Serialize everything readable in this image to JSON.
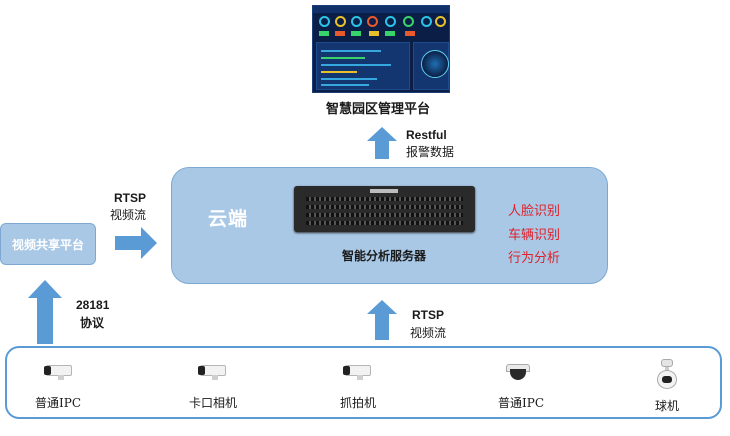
{
  "top_platform": {
    "title": "智慧园区管理平台"
  },
  "top_link": {
    "protocol": "Restful",
    "content": "报警数据"
  },
  "cloud": {
    "title": "云端",
    "server_label": "智能分析服务器",
    "features": [
      "人脸识别",
      "车辆识别",
      "行为分析"
    ]
  },
  "left_platform": {
    "title": "视频共享平台"
  },
  "left_link": {
    "protocol": "RTSP",
    "content": "视频流"
  },
  "bottom_left_link": {
    "protocol": "28181",
    "content": "协议"
  },
  "bottom_link": {
    "protocol": "RTSP",
    "content": "视频流"
  },
  "devices": [
    {
      "label": "普通IPC",
      "icon": "bullet-camera-icon"
    },
    {
      "label": "卡口相机",
      "icon": "bullet-camera-icon"
    },
    {
      "label": "抓拍机",
      "icon": "bullet-camera-icon"
    },
    {
      "label": "普通IPC",
      "icon": "dome-camera-icon"
    },
    {
      "label": "球机",
      "icon": "ptz-camera-icon"
    }
  ],
  "colors": {
    "box_fill": "#a9c8e6",
    "arrow": "#5b9bd5",
    "feature_text": "#e0202a",
    "dashboard_bg": "#0b1f46"
  }
}
